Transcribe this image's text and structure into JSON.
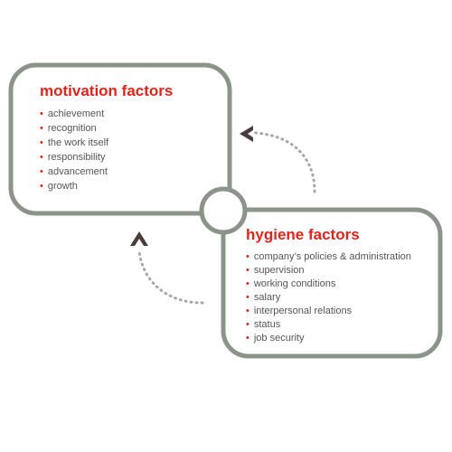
{
  "motivation": {
    "title": "motivation factors",
    "items": [
      "achievement",
      "recognition",
      "the work itself",
      "responsibility",
      "advancement",
      "growth"
    ]
  },
  "hygiene": {
    "title": "hygiene factors",
    "items": [
      "company’s policies & administration",
      "supervision",
      "working conditions",
      "salary",
      "interpersonal relations",
      "status",
      "job security"
    ]
  },
  "colors": {
    "accent": "#e2231a",
    "frame": "#8b9488",
    "text": "#555555",
    "arrow": "#4a3c3a",
    "dots": "#a7aaa6"
  }
}
